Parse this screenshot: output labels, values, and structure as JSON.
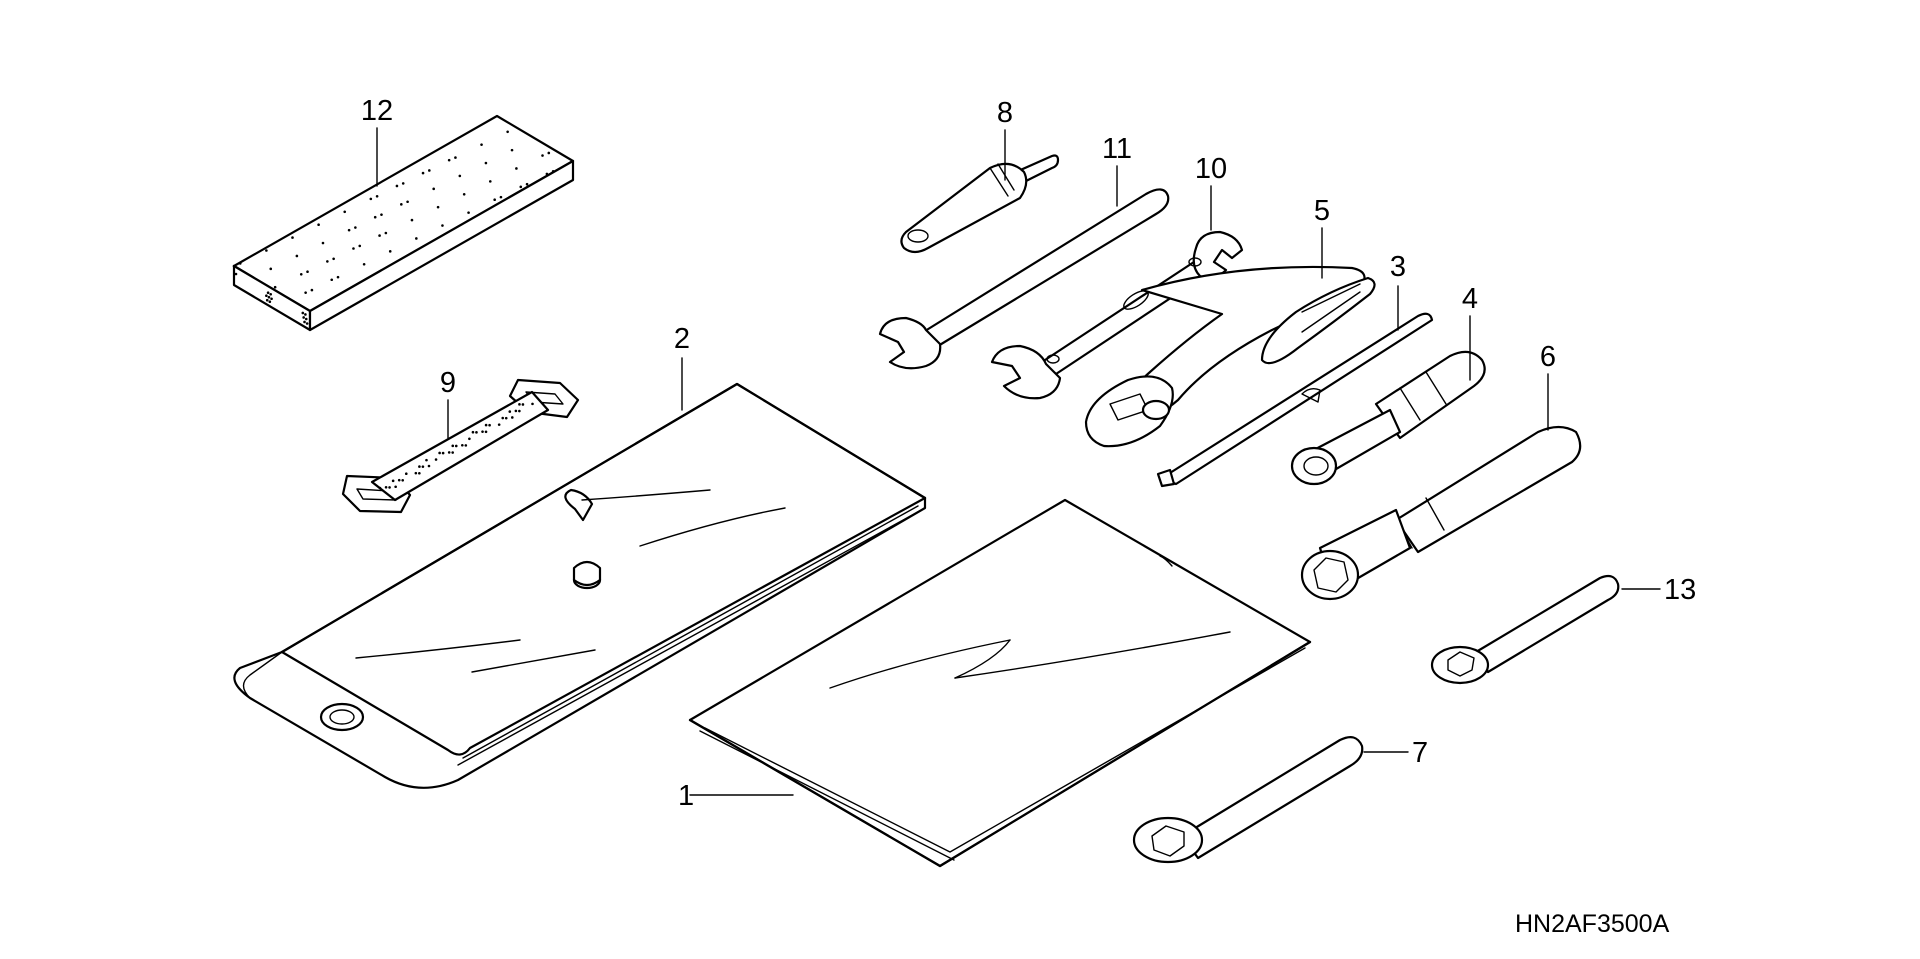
{
  "callouts": {
    "c1": "1",
    "c2": "2",
    "c3": "3",
    "c4": "4",
    "c5": "5",
    "c6": "6",
    "c7": "7",
    "c8": "8",
    "c9": "9",
    "c10": "10",
    "c11": "11",
    "c12": "12",
    "c13": "13"
  },
  "diagram_code": "HN2AF3500A"
}
